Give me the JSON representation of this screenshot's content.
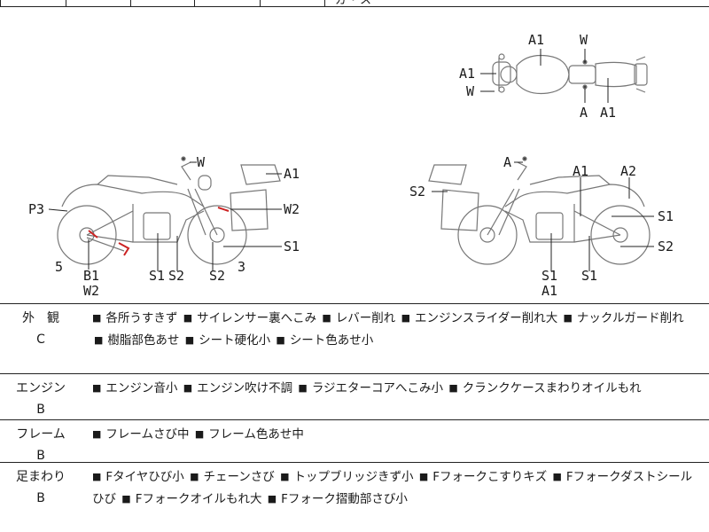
{
  "header_fragment": "ガ・ス",
  "diagram_labels": {
    "top": {
      "a1_upper": "A1",
      "w_upper": "W",
      "a1_left": "A1",
      "w_left": "W",
      "a_lower": "A",
      "a1_lower": "A1"
    },
    "left_side": {
      "w": "W",
      "a1": "A1",
      "w2": "W2",
      "p3": "P3",
      "s1_right": "S1",
      "num5": "5",
      "b1": "B1",
      "w2_bottom": "W2",
      "s1": "S1",
      "s2": "S2",
      "s2b": "S2",
      "num3": "3"
    },
    "right_side": {
      "a": "A",
      "a1": "A1",
      "a2": "A2",
      "s2_left": "S2",
      "s1_right": "S1",
      "s2_right": "S2",
      "s1": "S1",
      "a1_bottom": "A1",
      "s1b": "S1"
    }
  },
  "sections": [
    {
      "title": "外　観",
      "grade": "C",
      "items": [
        "各所うすきず",
        "サイレンサー裏へこみ",
        "レバー削れ",
        "エンジンスライダー削れ大",
        "ナックルガード削れ",
        "樹脂部色あせ",
        "シート硬化小",
        "シート色あせ小"
      ]
    },
    {
      "title": "エンジン",
      "grade": "B",
      "items": [
        "エンジン音小",
        "エンジン吹け不調",
        "ラジエターコアへこみ小",
        "クランクケースまわりオイルもれ"
      ]
    },
    {
      "title": "フレーム",
      "grade": "B",
      "items": [
        "フレームさび中",
        "フレーム色あせ中"
      ]
    },
    {
      "title": "足まわり",
      "grade": "B",
      "items": [
        "Fタイヤひび小",
        "チェーンさび",
        "トップブリッジきず小",
        "Fフォークこすりキズ",
        "Fフォークダストシールひび",
        "Fフォークオイルもれ大",
        "Fフォーク摺動部さび小"
      ]
    }
  ],
  "bullet_symbol": "■"
}
